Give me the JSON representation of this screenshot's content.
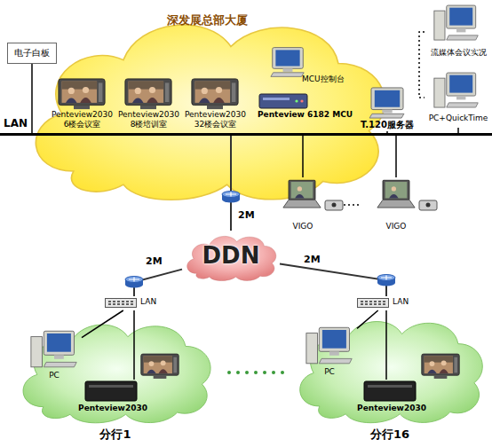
{
  "diagram": {
    "nodes": [
      {
        "text": [
          "深发展总部大厦"
        ]
      },
      {
        "text": [
          "电子白板"
        ]
      },
      {
        "text": [
          "Penteview2030 6楼会议室"
        ],
        "in": 0
      },
      {
        "text": [
          "Penteview2030 8楼培训室"
        ],
        "in": 0
      },
      {
        "text": [
          "Penteview2030 32楼会议室"
        ],
        "in": 0
      },
      {
        "text": [
          "MCU控制台"
        ],
        "in": 0
      },
      {
        "text": [
          "Penteview 6182 MCU"
        ],
        "in": 0
      },
      {
        "text": [
          "流媒体会议实况"
        ]
      },
      {
        "text": [
          "PC+QuickTime"
        ]
      },
      {
        "text": [
          "T.120服务器"
        ]
      },
      {
        "text": [
          "LAN"
        ]
      },
      {
        "text": [
          "VIGO"
        ]
      },
      {
        "text": [
          "VIGO"
        ]
      },
      {
        "text": [
          "DDN"
        ]
      },
      {
        "text": [
          "LAN"
        ]
      },
      {
        "text": [
          "LAN"
        ]
      },
      {
        "text": [
          "分行1"
        ]
      },
      {
        "text": [
          "PC"
        ],
        "in": 16
      },
      {
        "text": [
          "Penteview2030"
        ],
        "in": 16
      },
      {
        "text": [
          "分行16"
        ]
      },
      {
        "text": [
          "PC"
        ],
        "in": 19
      },
      {
        "text": [
          "Penteview2030"
        ],
        "in": 19
      }
    ],
    "edges": [
      {
        "from": 1,
        "to": 10,
        "arrow": "none"
      },
      {
        "from": 7,
        "to": 8,
        "arrow": "none"
      },
      {
        "from": 8,
        "to": 10,
        "arrow": "none"
      },
      {
        "from": 9,
        "to": 10,
        "arrow": "none"
      },
      {
        "from": 10,
        "to": 13,
        "label": "2M",
        "arrow": "none"
      },
      {
        "from": 10,
        "to": 11,
        "arrow": "none"
      },
      {
        "from": 10,
        "to": 12,
        "arrow": "none"
      },
      {
        "from": 11,
        "to": 12,
        "arrow": "none"
      },
      {
        "from": 13,
        "to": 14,
        "label": "2M",
        "arrow": "none"
      },
      {
        "from": 13,
        "to": 15,
        "label": "2M",
        "arrow": "none"
      },
      {
        "from": 14,
        "to": 17,
        "arrow": "none"
      },
      {
        "from": 14,
        "to": 18,
        "arrow": "none"
      },
      {
        "from": 15,
        "to": 20,
        "arrow": "none"
      },
      {
        "from": 15,
        "to": 21,
        "arrow": "none"
      }
    ]
  }
}
